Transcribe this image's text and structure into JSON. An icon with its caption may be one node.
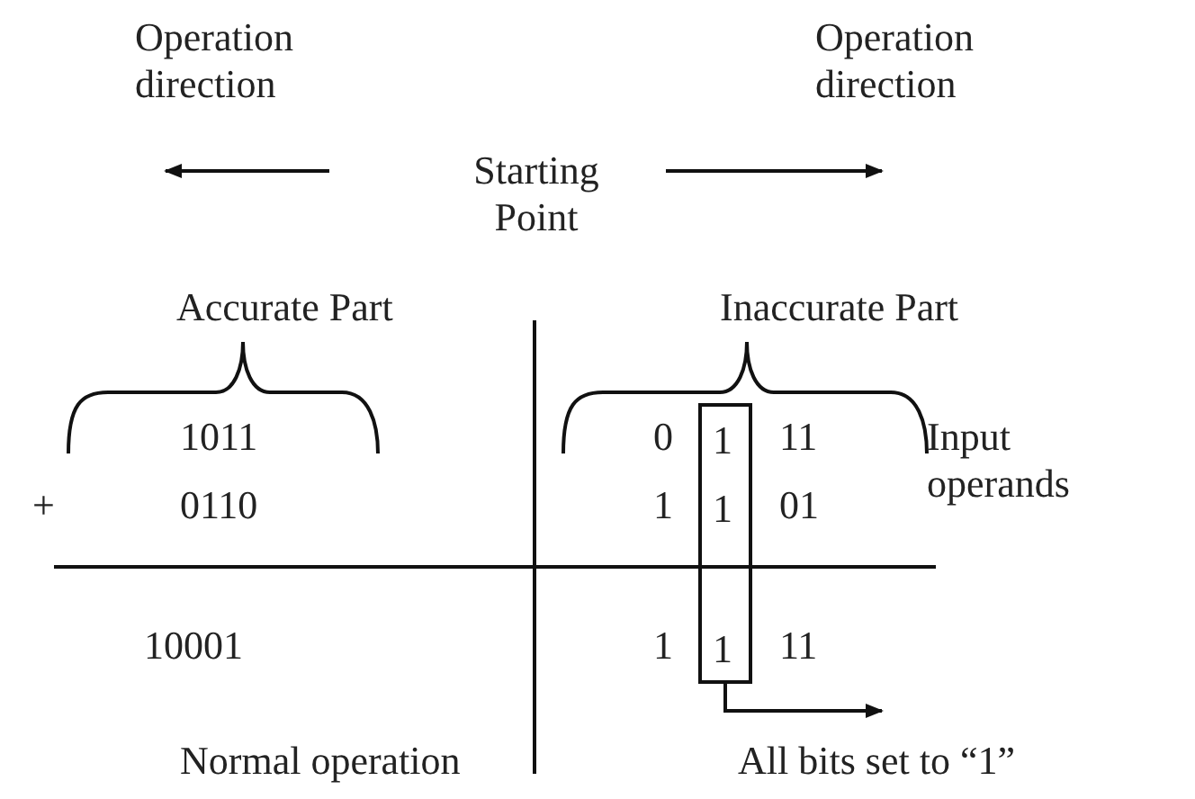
{
  "diagram": {
    "nodes": [
      {
        "text": [
          "1",
          "1",
          "1"
        ]
      },
      {
        "text": [
          "All bits set to “1”"
        ]
      }
    ],
    "edges": [
      {
        "from": 0,
        "to": 1,
        "arrow": "to"
      }
    ],
    "labels": [
      "Operation direction",
      "Operation direction",
      "Starting Point",
      "Accurate Part",
      "Inaccurate Part",
      "1011",
      "0",
      "11",
      "Input operands",
      "+",
      "0110",
      "1",
      "01",
      "10001",
      "1",
      "11",
      "Normal operation"
    ]
  }
}
